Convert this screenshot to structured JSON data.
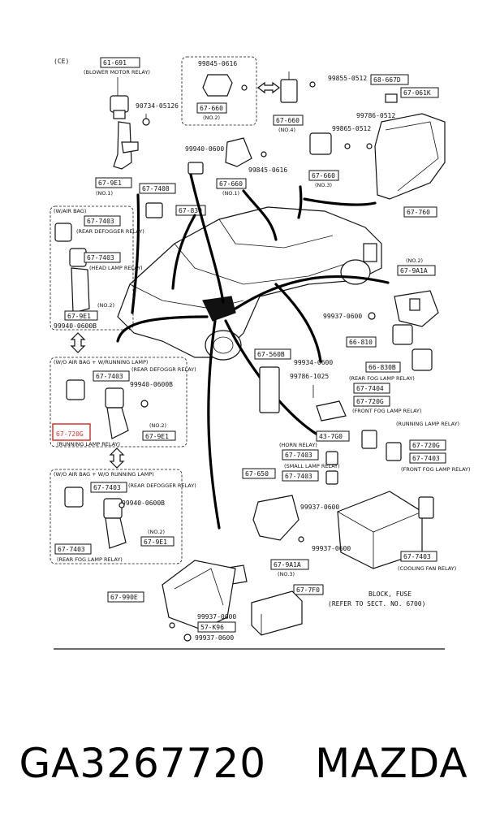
{
  "header": {
    "region_code": "(CE)"
  },
  "callouts": [
    {
      "id": "c1",
      "part_no": "61-691",
      "desc": "(BLOWER MOTOR RELAY)"
    },
    {
      "id": "c2",
      "part_no": "99845-0616",
      "desc": ""
    },
    {
      "id": "c3",
      "part_no": "99855-0512",
      "desc": ""
    },
    {
      "id": "c4",
      "part_no": "68-667D",
      "desc": ""
    },
    {
      "id": "c5",
      "part_no": "90734-05126",
      "desc": ""
    },
    {
      "id": "c6",
      "part_no": "67-660",
      "desc": "(NO.2)"
    },
    {
      "id": "c7",
      "part_no": "67-660",
      "desc": "(NO.4)"
    },
    {
      "id": "c8",
      "part_no": "67-061K",
      "desc": ""
    },
    {
      "id": "c9",
      "part_no": "99786-0512",
      "desc": ""
    },
    {
      "id": "c10",
      "part_no": "99865-0512",
      "desc": ""
    },
    {
      "id": "c11",
      "part_no": "99940-0600",
      "desc": ""
    },
    {
      "id": "c12",
      "part_no": "99845-0616",
      "desc": ""
    },
    {
      "id": "c13",
      "part_no": "67-9E1",
      "desc": "(NO.1)"
    },
    {
      "id": "c14",
      "part_no": "67-7408",
      "desc": ""
    },
    {
      "id": "c15",
      "part_no": "67-830",
      "desc": ""
    },
    {
      "id": "c16",
      "part_no": "67-660",
      "desc": "(NO.1)"
    },
    {
      "id": "c17",
      "part_no": "67-660",
      "desc": "(NO.3)"
    },
    {
      "id": "c18",
      "part_no": "67-760",
      "desc": ""
    },
    {
      "id": "c19",
      "part_no": "67-9A1A",
      "desc": "(NO.2)"
    },
    {
      "id": "c20",
      "part_no": "99937-0600",
      "desc": ""
    },
    {
      "id": "c21",
      "part_no": "66-810",
      "desc": ""
    },
    {
      "id": "c22",
      "part_no": "67-560B",
      "desc": ""
    },
    {
      "id": "c23",
      "part_no": "99934-0600",
      "desc": ""
    },
    {
      "id": "c24",
      "part_no": "66-830B",
      "desc": "(REAR FOG LAMP RELAY)"
    },
    {
      "id": "c25",
      "part_no": "99786-1025",
      "desc": ""
    },
    {
      "id": "c26",
      "part_no": "67-7404",
      "desc": ""
    },
    {
      "id": "c27",
      "part_no": "67-720G",
      "desc": "(FRONT FOG LAMP RELAY)"
    },
    {
      "id": "c28",
      "part_no": "43-7G0",
      "desc": ""
    },
    {
      "id": "c29",
      "part_no": "67-720G",
      "desc": "(RUNNING LAMP RELAY)"
    },
    {
      "id": "c30",
      "part_no": "67-7403",
      "desc": "(FRONT FOG LAMP RELAY)"
    },
    {
      "id": "c31",
      "part_no": "67-7403",
      "desc": "(HORN RELAY)"
    },
    {
      "id": "c32",
      "part_no": "67-7403",
      "desc": "(SMALL LAMP RELAY)"
    },
    {
      "id": "c33",
      "part_no": "67-650",
      "desc": ""
    },
    {
      "id": "c34",
      "part_no": "99937-0600",
      "desc": ""
    },
    {
      "id": "c35",
      "part_no": "99937-0600",
      "desc": ""
    },
    {
      "id": "c36",
      "part_no": "67-7403",
      "desc": "(COOLING FAN RELAY)"
    },
    {
      "id": "c37",
      "part_no": "67-9A1A",
      "desc": "(NO.3)"
    },
    {
      "id": "c38",
      "part_no": "67-7F0",
      "desc": ""
    },
    {
      "id": "c39",
      "part_no": "67-990E",
      "desc": ""
    },
    {
      "id": "c40",
      "part_no": "99937-0600",
      "desc": ""
    },
    {
      "id": "c41",
      "part_no": "57-K96",
      "desc": ""
    },
    {
      "id": "c42",
      "part_no": "99937-0600",
      "desc": ""
    }
  ],
  "group_airbag": {
    "title": "(W/AIR BAG)",
    "relay1_part": "67-7403",
    "relay1_desc": "(REAR DEFOGGER RELAY)",
    "relay2_part": "67-7403",
    "relay2_desc": "(HEAD LAMP RELAY)",
    "bracket_part": "67-9E1",
    "bracket_desc": "(NO.2)",
    "bolt": "99940-0600B"
  },
  "group_running": {
    "title": "(W/O AIR BAG + W/RUNNING LAMP)",
    "relay1_part": "67-7403",
    "relay1_desc": "(REAR DEFOGGR RELAY)",
    "bolt": "99940-0600B",
    "bracket_desc": "(NO.2)",
    "target_part": "67-720G",
    "target_desc": "(RUNNING LAMP RELAY)",
    "bracket_part": "67-9E1"
  },
  "group_norunning": {
    "title": "(W/O AIR BAG + W/O RUNNING LAMP)",
    "relay1_part": "67-7403",
    "relay1_desc": "(REAR DEFOGGER RELAY)",
    "bolt": "99940-0600B",
    "bracket_desc": "(NO.2)",
    "bracket_part": "67-9E1",
    "relay2_part": "67-7403",
    "relay2_desc": "(REAR FOG LAMP RELAY)"
  },
  "block_fuse": {
    "line1": "BLOCK, FUSE",
    "line2": "(REFER TO SECT. NO. 6700)"
  },
  "footer": {
    "part_number": "GA3267720",
    "brand": "MAZDA"
  },
  "colors": {
    "highlight": "#d9342b",
    "ink": "#111111"
  }
}
